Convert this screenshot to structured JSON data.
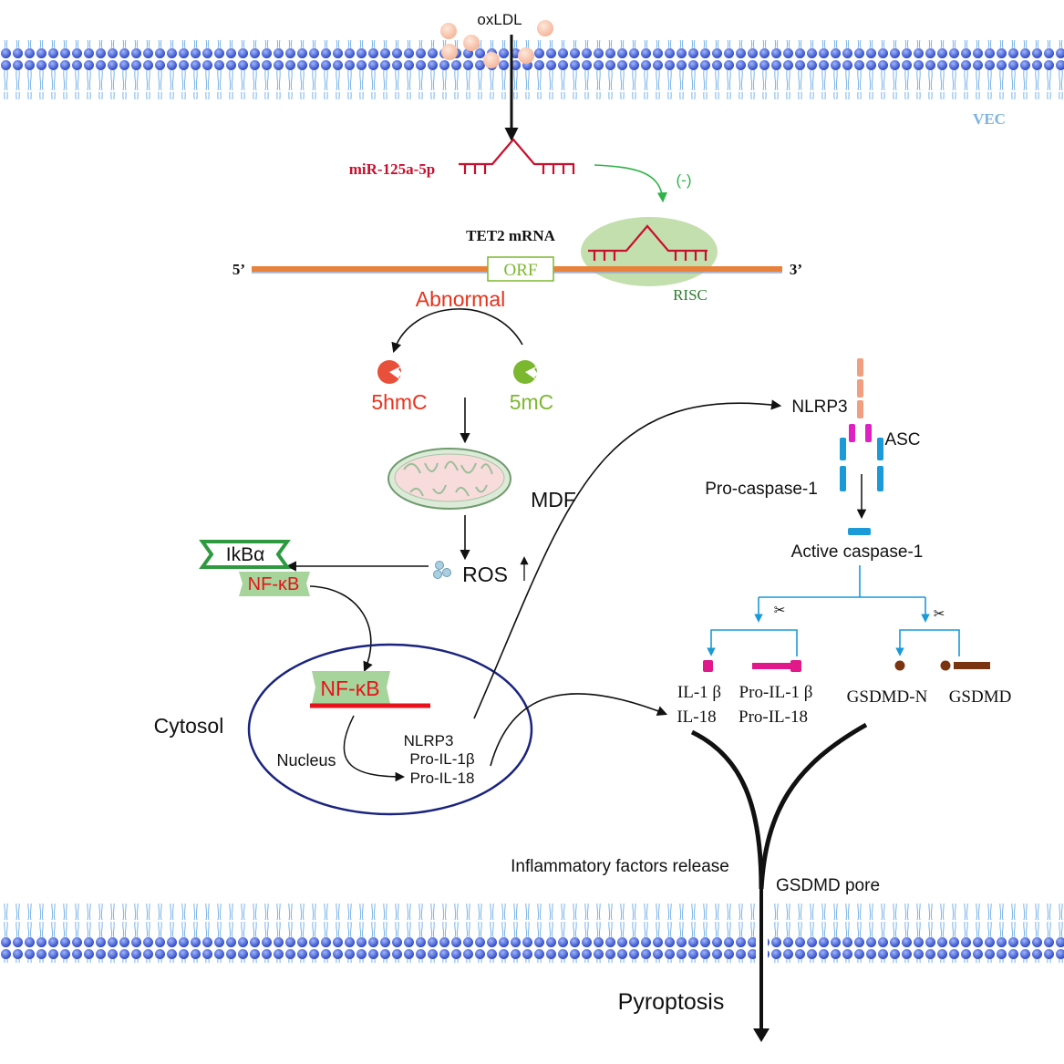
{
  "labels": {
    "oxldl": "oxLDL",
    "vec": "VEC",
    "mirna": "miR-125a-5p",
    "inhibit": "(-)",
    "tet2": "TET2 mRNA",
    "five_prime": "5’",
    "three_prime": "3’",
    "orf": "ORF",
    "risc": "RISC",
    "abnormal": "Abnormal",
    "hmc": "5hmC",
    "mc": "5mC",
    "mdf": "MDF",
    "ros": "ROS",
    "ikba": "IkBα",
    "nfkb_cyto": "NF-κB",
    "nfkb_nuc": "NF-κB",
    "cytosol": "Cytosol",
    "nucleus": "Nucleus",
    "nuc_nlrp3": "NLRP3",
    "nuc_proil1b": "Pro-IL-1β",
    "nuc_proil18": "Pro-IL-18",
    "nlrp3": "NLRP3",
    "asc": "ASC",
    "procasp1": "Pro-caspase-1",
    "activecasp1": "Active caspase-1",
    "il1b": "IL-1 β",
    "il18": "IL-18",
    "proil1b": "Pro-IL-1 β",
    "proil18": "Pro-IL-18",
    "gsdmdn": "GSDMD-N",
    "gsdmd": "GSDMD",
    "inflammatory": "Inflammatory factors release",
    "pore": "GSDMD pore",
    "pyroptosis": "Pyroptosis"
  },
  "colors": {
    "lipid_head": "#3f5fcf",
    "lipid_tail": "#7ab4e8",
    "mirna": "#c8102e",
    "orange_line": "#e8823a",
    "risc_fill": "#b9d9a0",
    "green_text": "#2e7d32",
    "green_arrow": "#2fb34a",
    "hmc": "#e8503a",
    "mc": "#7cb82f",
    "nlrp3_bar": "#f0a080",
    "asc_bar": "#e020c0",
    "casp_bar": "#1a9ad6",
    "il_bar": "#e0188a",
    "gsdmd_bar": "#7a3410",
    "nucleus_outline": "#1a237e",
    "nfkb_red": "#e8121c",
    "vec_text": "#7fb3e0"
  },
  "icons": [
    "lipid-bilayer-top",
    "lipid-bilayer-bottom",
    "oxldl-particles",
    "mitochondrion-icon",
    "ros-droplets-icon",
    "scissors-icon",
    "up-arrow-icon"
  ]
}
